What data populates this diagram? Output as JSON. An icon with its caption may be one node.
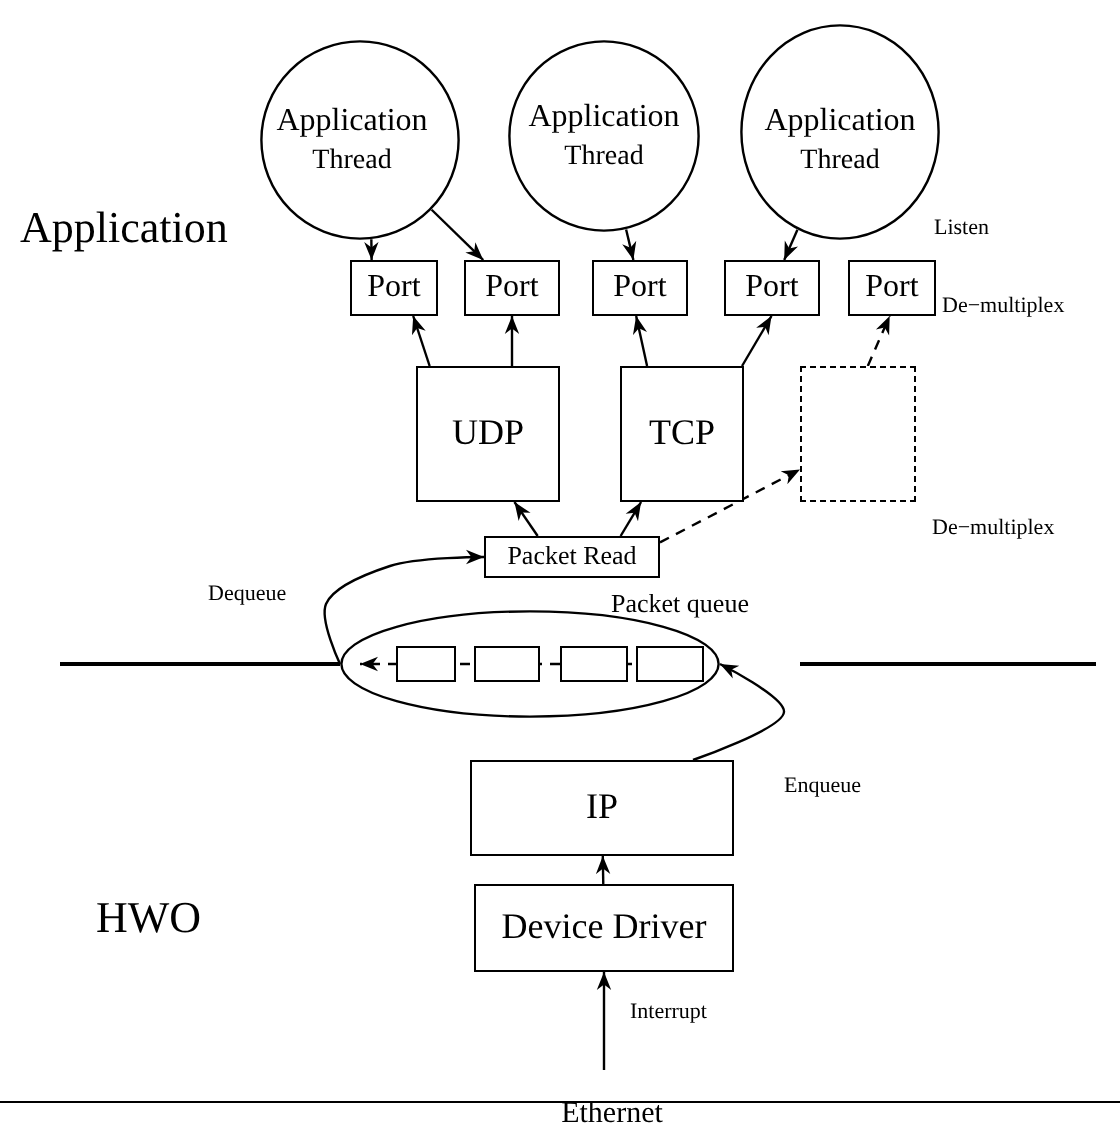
{
  "diagram": {
    "nodes": [
      {
        "text": [
          "Application",
          "Thread"
        ]
      },
      {
        "text": [
          "Application",
          "Thread"
        ]
      },
      {
        "text": [
          "Application",
          "Thread"
        ]
      },
      {
        "text": [
          "Port"
        ]
      },
      {
        "text": [
          "Port"
        ]
      },
      {
        "text": [
          "Port"
        ]
      },
      {
        "text": [
          "Port"
        ]
      },
      {
        "text": [
          "Port"
        ]
      },
      {
        "text": [
          "UDP"
        ]
      },
      {
        "text": [
          "TCP"
        ]
      },
      {
        "text": [],
        "shape": "box"
      },
      {
        "text": [
          "Packet Read"
        ]
      },
      {
        "text": [
          "Packet queue"
        ]
      },
      {
        "text": [],
        "shape": "box",
        "in": 12
      },
      {
        "text": [],
        "shape": "box",
        "in": 12
      },
      {
        "text": [],
        "shape": "box",
        "in": 12
      },
      {
        "text": [],
        "shape": "box",
        "in": 12
      },
      {
        "text": [
          "IP"
        ]
      },
      {
        "text": [
          "Device Driver"
        ]
      },
      {
        "text": [
          "Ethernet"
        ]
      }
    ],
    "edges": [
      {
        "from": 0,
        "to": 3,
        "arrow": "to"
      },
      {
        "from": 0,
        "to": 4,
        "arrow": "to"
      },
      {
        "from": 1,
        "to": 5,
        "arrow": "to"
      },
      {
        "from": 2,
        "to": 6,
        "arrow": "to"
      },
      {
        "from": 8,
        "to": 3,
        "arrow": "to"
      },
      {
        "from": 8,
        "to": 4,
        "arrow": "to"
      },
      {
        "from": 9,
        "to": 5,
        "arrow": "to"
      },
      {
        "from": 9,
        "to": 6,
        "arrow": "to"
      },
      {
        "from": 10,
        "to": 7,
        "arrow": "to",
        "style": "dashed"
      },
      {
        "from": 11,
        "to": 8,
        "arrow": "to"
      },
      {
        "from": 11,
        "to": 9,
        "arrow": "to"
      },
      {
        "from": 11,
        "to": 10,
        "arrow": "to",
        "style": "dashed"
      },
      {
        "from": 12,
        "to": 11,
        "arrow": "to",
        "label": "Dequeue"
      },
      {
        "from": 17,
        "to": 12,
        "arrow": "to",
        "label": "Enqueue"
      },
      {
        "from": 18,
        "to": 17,
        "arrow": "to"
      },
      {
        "from": 19,
        "to": 18,
        "arrow": "to",
        "label": "Interrupt"
      },
      {
        "from": 16,
        "to": null,
        "arrow": "to",
        "style": "dashed"
      }
    ],
    "labels": [
      "Application",
      "Listen",
      "De−multiplex",
      "De−multiplex",
      "HWO"
    ]
  }
}
